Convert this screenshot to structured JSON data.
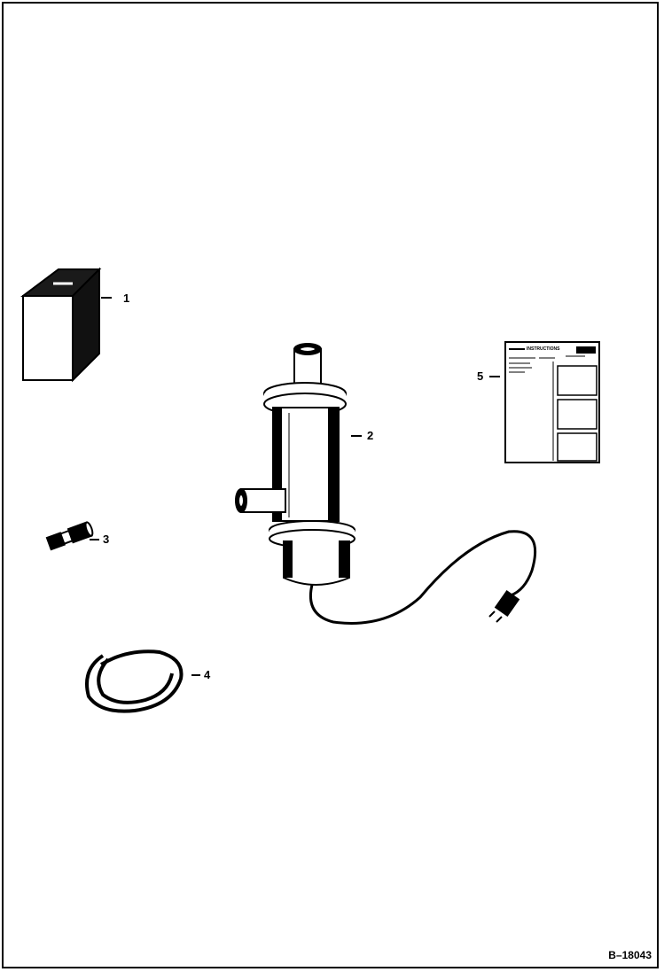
{
  "callouts": {
    "item1": "1",
    "item2": "2",
    "item3": "3",
    "item4": "4",
    "item5": "5"
  },
  "instruction_sheet": {
    "title": "INSTRUCTIONS"
  },
  "figure_id": "B–18043",
  "colors": {
    "ink": "#000000",
    "paper": "#ffffff"
  }
}
